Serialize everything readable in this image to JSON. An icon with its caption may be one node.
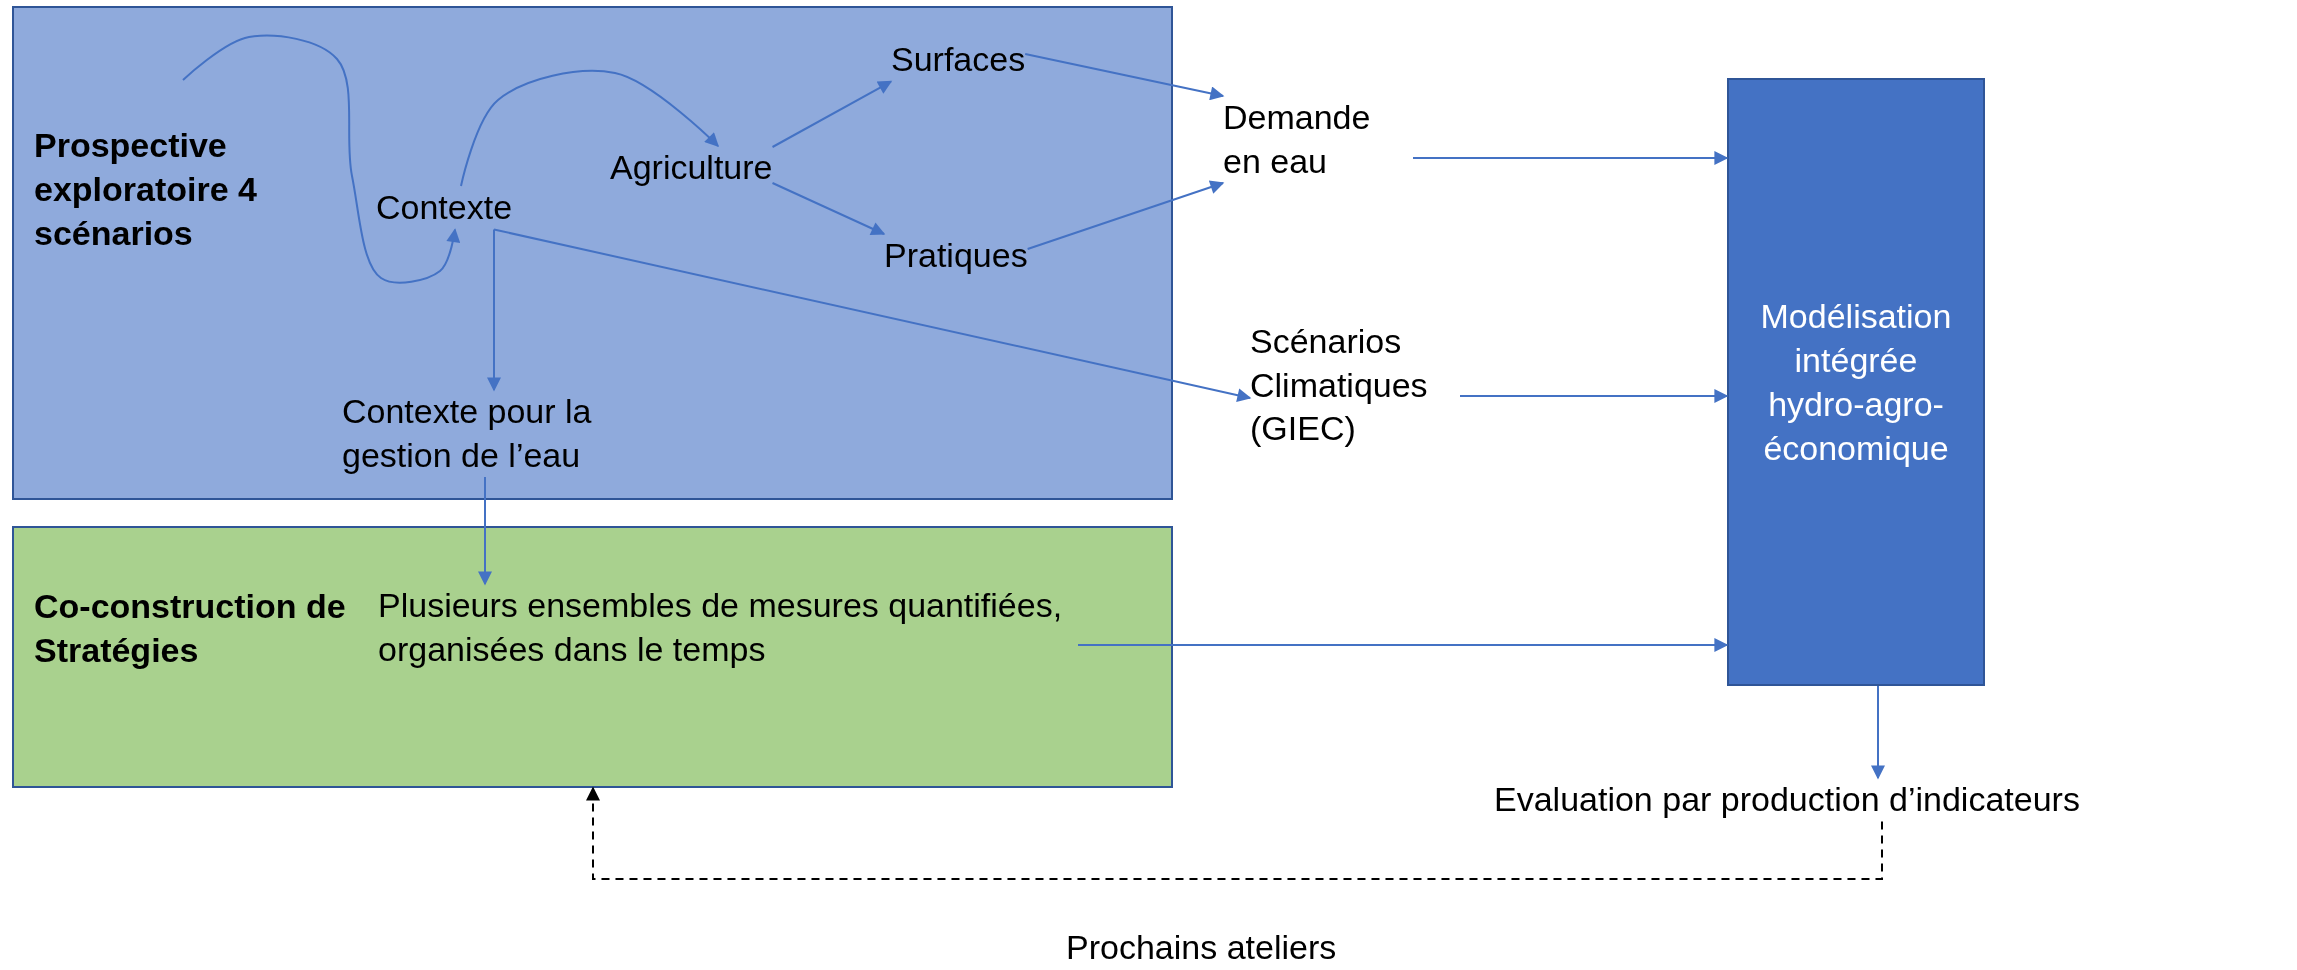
{
  "diagram": {
    "nodes": [
      {
        "text": [
          "Prospective exploratoire 4 scénarios"
        ]
      },
      {
        "text": [
          "Contexte"
        ],
        "in": 0
      },
      {
        "text": [
          "Agriculture"
        ],
        "in": 0
      },
      {
        "text": [
          "Surfaces"
        ],
        "in": 0
      },
      {
        "text": [
          "Pratiques"
        ],
        "in": 0
      },
      {
        "text": [
          "Contexte pour la gestion de l’eau"
        ],
        "in": 0
      },
      {
        "text": [
          "Demande en eau"
        ]
      },
      {
        "text": [
          "Scénarios Climatiques (GIEC)"
        ]
      },
      {
        "text": [
          "Co-construction de Stratégies"
        ]
      },
      {
        "text": [
          "Plusieurs ensembles de mesures quantifiées, organisées dans le temps"
        ],
        "in": 8
      },
      {
        "text": [
          "Modélisation intégrée hydro-agro-économique"
        ]
      },
      {
        "text": [
          "Evaluation par production d’indicateurs"
        ]
      }
    ],
    "edges": [
      {
        "from": null,
        "to": 1,
        "arrow": "to"
      },
      {
        "from": 1,
        "to": 2,
        "arrow": "to"
      },
      {
        "from": 2,
        "to": 3,
        "arrow": "to"
      },
      {
        "from": 2,
        "to": 4,
        "arrow": "to"
      },
      {
        "from": 3,
        "to": 6,
        "arrow": "to"
      },
      {
        "from": 4,
        "to": 6,
        "arrow": "to"
      },
      {
        "from": 6,
        "to": 10,
        "arrow": "to"
      },
      {
        "from": 1,
        "to": 5,
        "arrow": "to"
      },
      {
        "from": 1,
        "to": 7,
        "arrow": "to"
      },
      {
        "from": 5,
        "to": 9,
        "arrow": "to"
      },
      {
        "from": 7,
        "to": 10,
        "arrow": "to"
      },
      {
        "from": 9,
        "to": 10,
        "arrow": "to"
      },
      {
        "from": 10,
        "to": 11,
        "arrow": "to"
      },
      {
        "from": 11,
        "to": 8,
        "arrow": "to",
        "style": "dashed",
        "color": "#000000",
        "label": "Prochains ateliers"
      }
    ]
  }
}
